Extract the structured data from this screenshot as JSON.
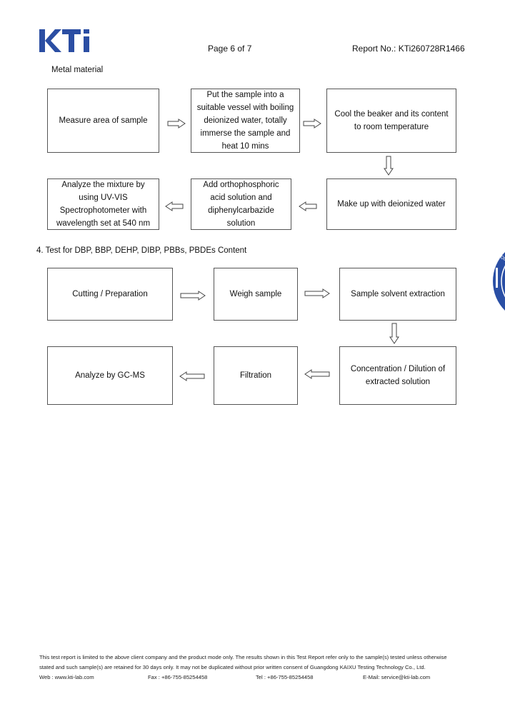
{
  "header": {
    "logo_text": "KTi",
    "page": "Page 6 of 7",
    "report_no": "Report No.: KTi260728R1466"
  },
  "metal": {
    "title": "Metal material",
    "steps": {
      "s1": "Measure area of sample",
      "s2": "Put the sample into a suitable vessel with boiling deionized water, totally immerse the sample and heat 10 mins",
      "s3": "Cool the beaker and its content to room temperature",
      "s4": "Make up with deionized water",
      "s5": "Add orthophosphoric acid solution and diphenylcarbazide solution",
      "s6": "Analyze the mixture by using UV-VIS Spectrophotometer with wavelength set at 540 nm"
    }
  },
  "section4": {
    "title": "4. Test for DBP, BBP, DEHP, DIBP, PBBs, PBDEs Content",
    "steps": {
      "s1": "Cutting / Preparation",
      "s2": "Weigh sample",
      "s3": "Sample solvent extraction",
      "s4": "Concentration / Dilution of extracted solution",
      "s5": "Filtration",
      "s6": "Analyze by GC-MS"
    }
  },
  "footer": {
    "line1": "This test report is limited to the above client company and the product mode only. The results shown in this Test Report refer only to the sample(s) tested unless otherwise",
    "line2": "stated and such sample(s) are retained for 30 days only. It may not be duplicated without prior written consent of Guangdong KAIXU Testing Technology Co., Ltd.",
    "web": "Web : www.kti-lab.com",
    "fax": "Fax : +86-755-85254458",
    "tel": "Tel : +86-755-85254458",
    "email": "E-Mail: service@kti-lab.com"
  },
  "colors": {
    "brand_blue": "#2b4ea3",
    "seal_blue": "#2a4fa5"
  }
}
